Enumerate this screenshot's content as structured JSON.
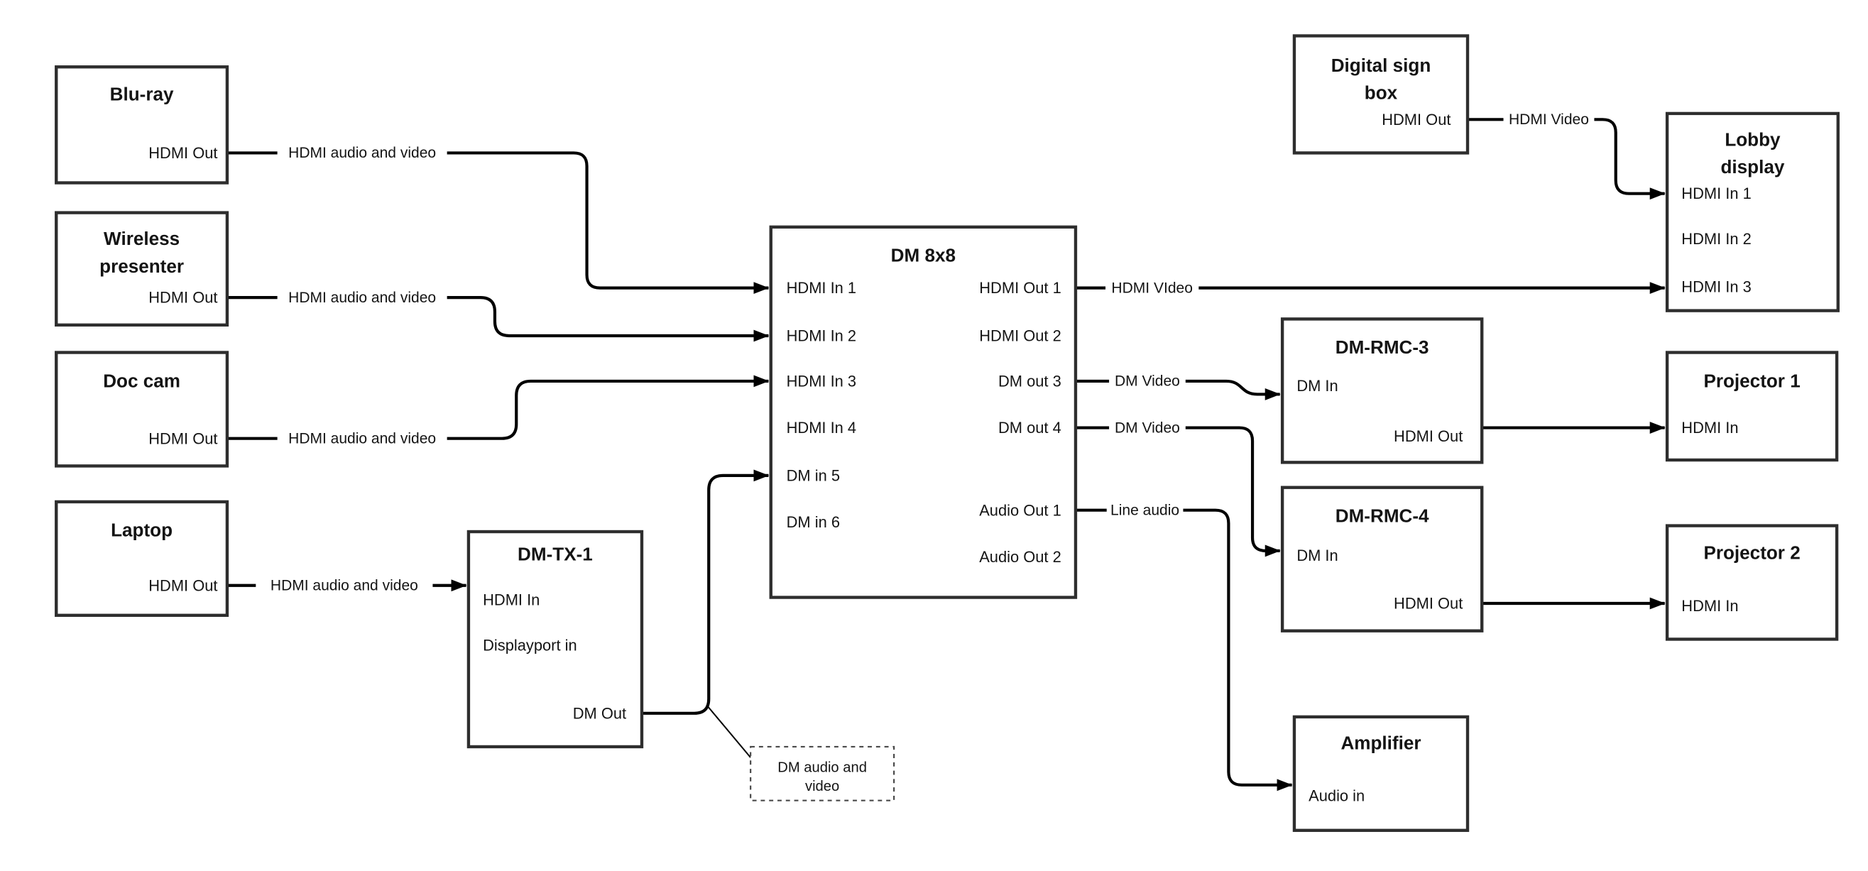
{
  "diagram": {
    "background": "#ffffff",
    "wire_color": "#000000",
    "box_border_color": "#2e2e2e",
    "text_color": "#141414",
    "nodes": {
      "bluray": {
        "title": "Blu-ray",
        "out": "HDMI Out"
      },
      "wireless": {
        "title1": "Wireless",
        "title2": "presenter",
        "out": "HDMI Out"
      },
      "doccam": {
        "title": "Doc cam",
        "out": "HDMI Out"
      },
      "laptop": {
        "title": "Laptop",
        "out": "HDMI Out"
      },
      "dmtx1": {
        "title": "DM-TX-1",
        "in1": "HDMI In",
        "in2": "Displayport in",
        "out": "DM Out"
      },
      "dm8x8": {
        "title": "DM 8x8",
        "in1": "HDMI In 1",
        "in2": "HDMI In 2",
        "in3": "HDMI In 3",
        "in4": "HDMI In 4",
        "in5": "DM in 5",
        "in6": "DM in 6",
        "out1": "HDMI Out 1",
        "out2": "HDMI Out 2",
        "out3": "DM out 3",
        "out4": "DM out 4",
        "audio1": "Audio Out 1",
        "audio2": "Audio Out 2"
      },
      "sign": {
        "title1": "Digital sign",
        "title2": "box",
        "out": "HDMI Out"
      },
      "lobby": {
        "title1": "Lobby",
        "title2": "display",
        "in1": "HDMI In 1",
        "in2": "HDMI In 2",
        "in3": "HDMI In 3"
      },
      "rmc3": {
        "title": "DM-RMC-3",
        "in": "DM In",
        "out": "HDMI Out"
      },
      "proj1": {
        "title": "Projector 1",
        "in": "HDMI In"
      },
      "rmc4": {
        "title": "DM-RMC-4",
        "in": "DM In",
        "out": "HDMI Out"
      },
      "proj2": {
        "title": "Projector 2",
        "in": "HDMI In"
      },
      "amp": {
        "title": "Amplifier",
        "in": "Audio in"
      }
    },
    "wire_labels": {
      "bluray": "HDMI audio and video",
      "wireless": "HDMI audio and video",
      "doccam": "HDMI audio and video",
      "laptop": "HDMI audio and video",
      "hdmi_out1": "HDMI VIdeo",
      "sign": "HDMI Video",
      "dm_out3": "DM Video",
      "dm_out4": "DM Video",
      "audio_out1": "Line audio"
    },
    "callout": {
      "line1": "DM audio and",
      "line2": "video"
    }
  }
}
